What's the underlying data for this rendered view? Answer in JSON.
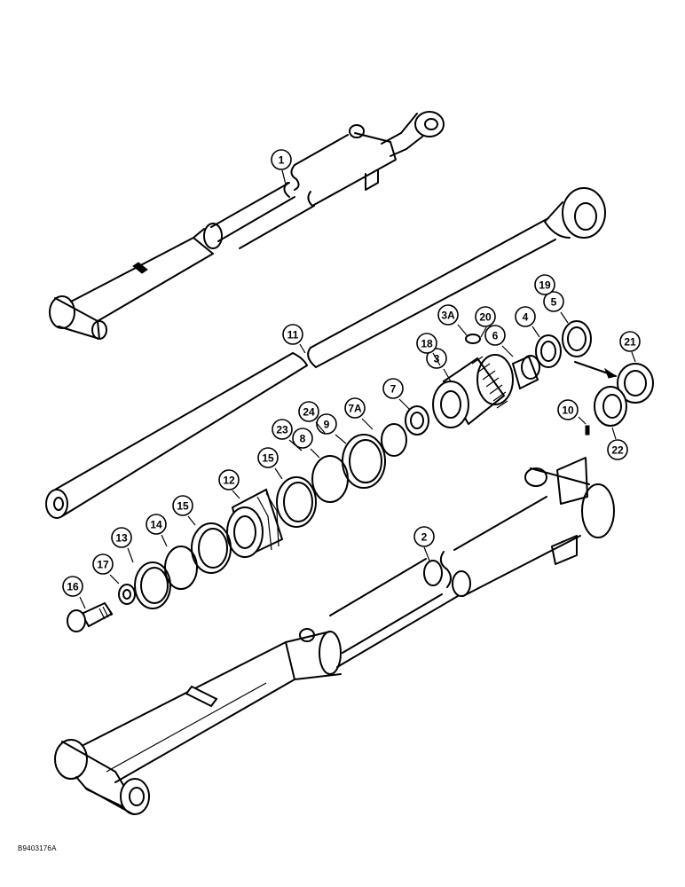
{
  "figure_code": "B9403176A",
  "callouts": [
    {
      "label": "1"
    },
    {
      "label": "2"
    },
    {
      "label": "3"
    },
    {
      "label": "3A"
    },
    {
      "label": "4"
    },
    {
      "label": "5"
    },
    {
      "label": "6"
    },
    {
      "label": "7"
    },
    {
      "label": "7A"
    },
    {
      "label": "8"
    },
    {
      "label": "9"
    },
    {
      "label": "10"
    },
    {
      "label": "11"
    },
    {
      "label": "12"
    },
    {
      "label": "13"
    },
    {
      "label": "14"
    },
    {
      "label": "15"
    },
    {
      "label": "15"
    },
    {
      "label": "16"
    },
    {
      "label": "17"
    },
    {
      "label": "18"
    },
    {
      "label": "19"
    },
    {
      "label": "20"
    },
    {
      "label": "21"
    },
    {
      "label": "22"
    },
    {
      "label": "23"
    },
    {
      "label": "24"
    }
  ]
}
